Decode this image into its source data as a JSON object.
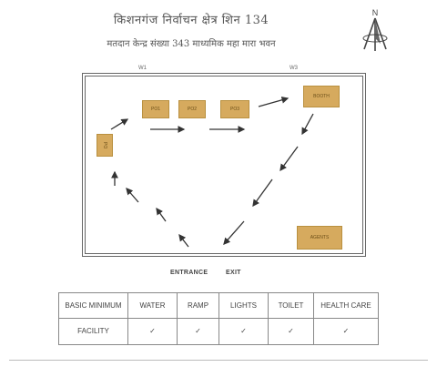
{
  "header": {
    "line1": "किशनगंज निर्वाचन क्षेत्र शिन 134",
    "line2": "मतदान केन्द्र संख्या 343 माध्यमिक महा मारा भवन"
  },
  "compass": {
    "letter": "N"
  },
  "layout": {
    "corner_left": "W1",
    "corner_right": "W3",
    "boxes": {
      "po4": "PO",
      "po1": "PO1",
      "po2": "PO2",
      "po3": "PO3",
      "booth": "BOOTH",
      "agents": "AGENTS"
    },
    "entrance_label": "ENTRANCE",
    "exit_label": "EXIT"
  },
  "facility_table": {
    "header_label": "BASIC MINIMUM",
    "columns": [
      "WATER",
      "RAMP",
      "LIGHTS",
      "TOILET",
      "HEALTH CARE"
    ],
    "row_label": "FACILITY",
    "marks": [
      "✓",
      "✓",
      "✓",
      "✓",
      "✓"
    ]
  }
}
